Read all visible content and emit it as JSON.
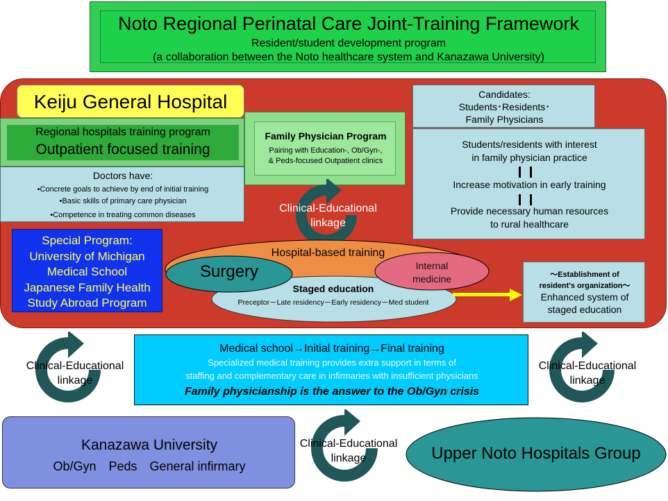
{
  "title": {
    "line1": "Noto Regional Perinatal Care Joint-Training Framework",
    "line2": "Resident/student development program",
    "line3": "(a collaboration between the Noto healthcare system and Kanazawa University)"
  },
  "keiju": "Keiju General Hospital",
  "regional": {
    "line1": "Regional hospitals training program",
    "line2": "Outpatient focused training"
  },
  "doctors": {
    "heading": "Doctors have:",
    "items": [
      "•Concrete goals to achieve by end of initial training",
      "•Basic skills of primary care physician",
      "•Competence in treating common diseases"
    ]
  },
  "family_physician": {
    "title": "Family Physician Program",
    "line2": "Pairing with Education-, Ob/Gyn-,",
    "line3": "& Peds-focused Outpatient clinics"
  },
  "candidates": {
    "line1": "Candidates:",
    "line2": "Students･Residents･",
    "line3": "Family Physicians"
  },
  "students": {
    "line1": "Students/residents with interest",
    "line2": "in family physician practice",
    "line3": "Increase motivation in early training",
    "line4": "Provide necessary human resources",
    "line5": "to rural healthcare"
  },
  "special": {
    "line1": "Special Program:",
    "line2": "University of Michigan",
    "line3": "Medical School",
    "line4": "Japanese Family Health",
    "line5": "Study Abroad Program"
  },
  "linkage": {
    "line1": "Clinical-Educational",
    "line2": "linkage"
  },
  "hospital_training": {
    "title": "Hospital-based training",
    "surgery": "Surgery",
    "internal1": "Internal",
    "internal2": "medicine",
    "staged_title": "Staged education",
    "staged_sub": "Preceptor－Late residency－Early residency－Med student"
  },
  "establishment": {
    "line1": "〜Establishment of",
    "line2": "resident's organization〜",
    "line3": "Enhanced system of",
    "line4": "staged education"
  },
  "medical_school": {
    "line1": "Medical school→Initial training→Final training",
    "line2": "Specialized medical training provides extra support in terms of",
    "line3": "staffing and complementary care in infirmaries with insufficient physicians",
    "line4": "Family physicianship is the answer to the Ob/Gyn crisis"
  },
  "kanazawa": {
    "line1": "Kanazawa University",
    "line2": "Ob/Gyn　Peds　General infirmary"
  },
  "upper_noto": "Upper Noto Hospitals Group",
  "colors": {
    "red_panel": "#cc3a2b",
    "title_green": "#1fd04a",
    "light_blue": "#b8dfe6",
    "cycle_arrow": "#22575a",
    "yellow_arrow": "#ffff00"
  }
}
